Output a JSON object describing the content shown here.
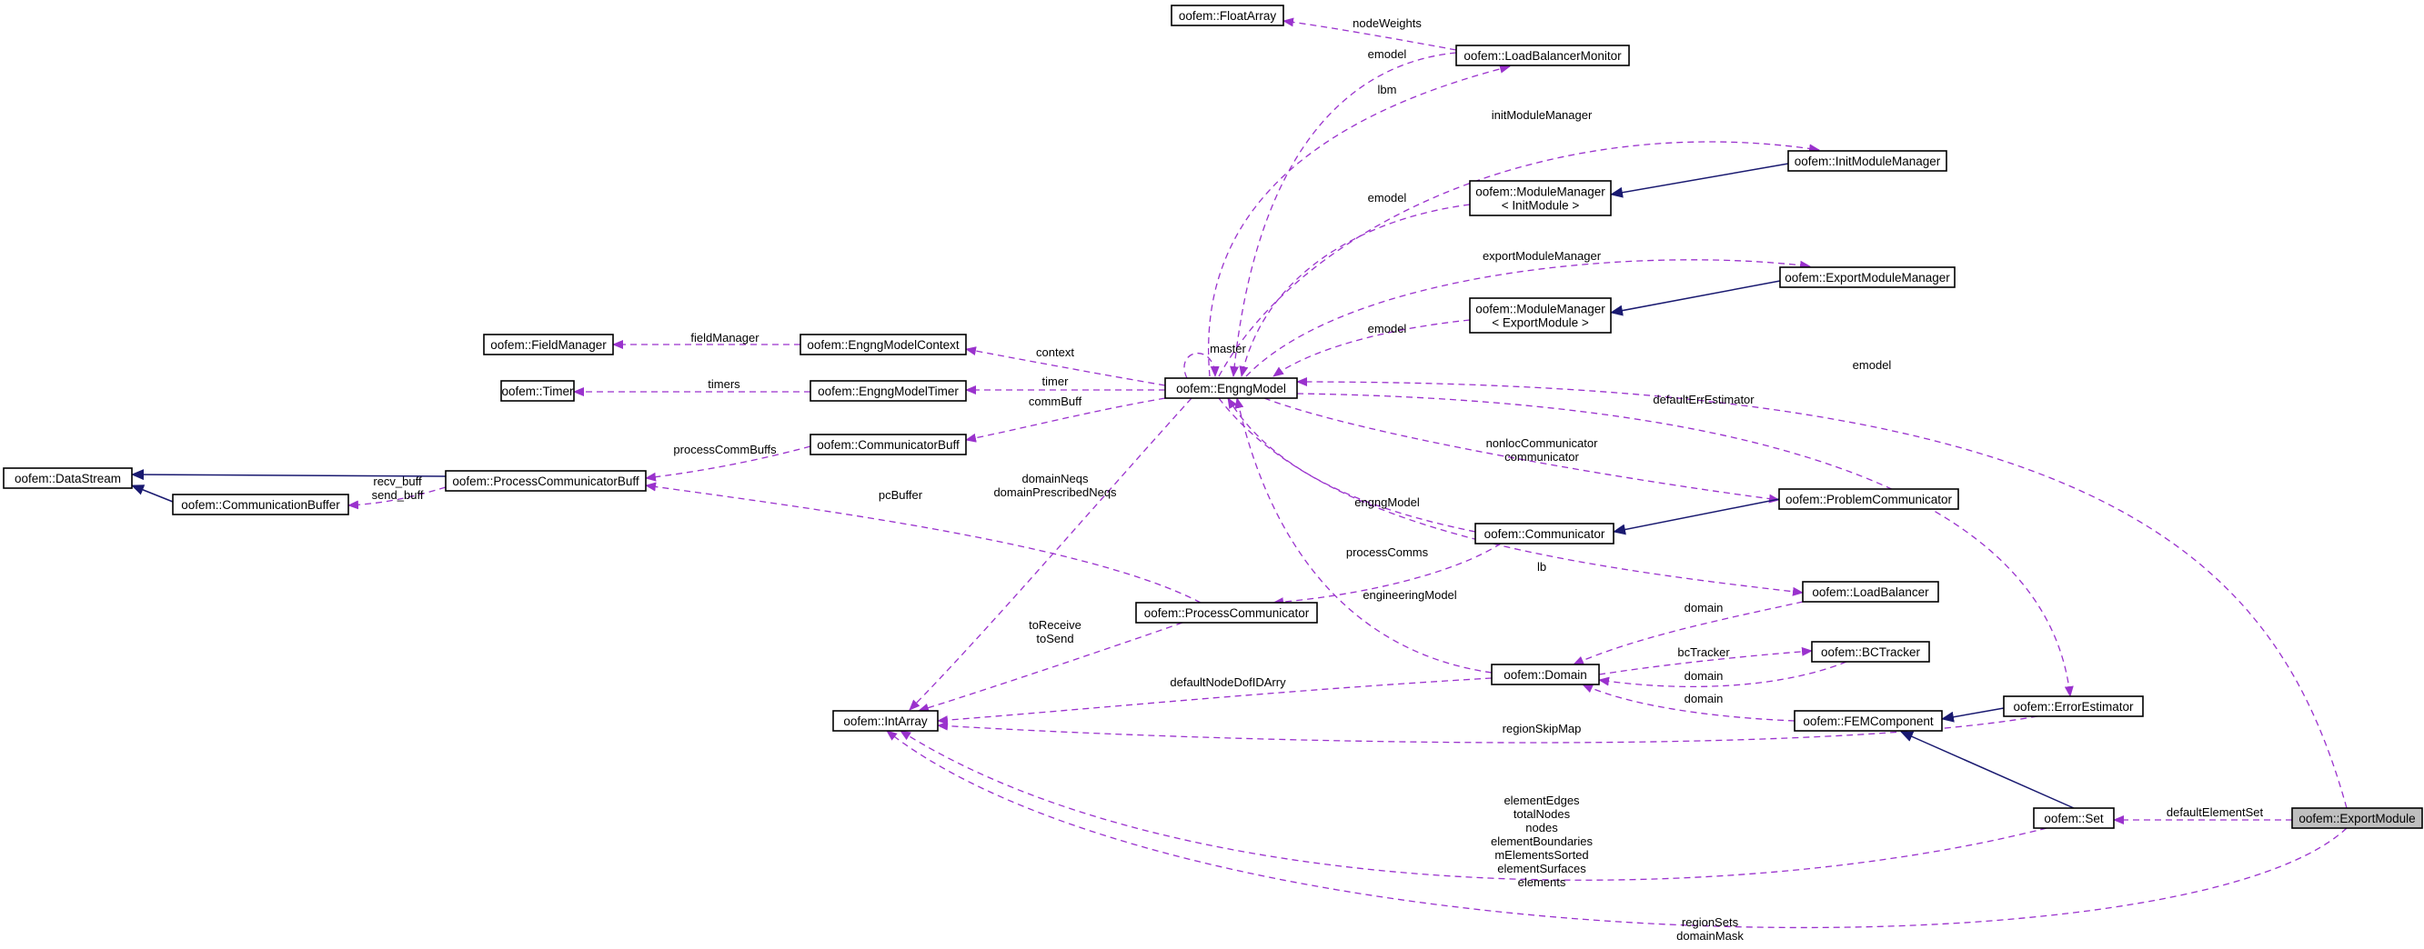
{
  "nodes": {
    "float_array": [
      "oofem::FloatArray"
    ],
    "lb_monitor": [
      "oofem::LoadBalancerMonitor"
    ],
    "init_module_manager": [
      "oofem::InitModuleManager"
    ],
    "module_manager_init": [
      "oofem::ModuleManager",
      "< InitModule >"
    ],
    "export_module_manager": [
      "oofem::ExportModuleManager"
    ],
    "module_manager_export": [
      "oofem::ModuleManager",
      "< ExportModule >"
    ],
    "field_manager": [
      "oofem::FieldManager"
    ],
    "engng_model_context": [
      "oofem::EngngModelContext"
    ],
    "engng_model": [
      "oofem::EngngModel"
    ],
    "timer": [
      "oofem::Timer"
    ],
    "engng_model_timer": [
      "oofem::EngngModelTimer"
    ],
    "comm_buff": [
      "oofem::CommunicatorBuff"
    ],
    "data_stream": [
      "oofem::DataStream"
    ],
    "process_comm_buff": [
      "oofem::ProcessCommunicatorBuff"
    ],
    "communication_buffer": [
      "oofem::CommunicationBuffer"
    ],
    "problem_communicator": [
      "oofem::ProblemCommunicator"
    ],
    "communicator": [
      "oofem::Communicator"
    ],
    "process_communicator": [
      "oofem::ProcessCommunicator"
    ],
    "load_balancer": [
      "oofem::LoadBalancer"
    ],
    "bc_tracker": [
      "oofem::BCTracker"
    ],
    "domain": [
      "oofem::Domain"
    ],
    "int_array": [
      "oofem::IntArray"
    ],
    "fem_component": [
      "oofem::FEMComponent"
    ],
    "error_estimator": [
      "oofem::ErrorEstimator"
    ],
    "set": [
      "oofem::Set"
    ],
    "export_module": [
      "oofem::ExportModule"
    ]
  },
  "edge_labels": {
    "node_weights": [
      "nodeWeights"
    ],
    "emodel_lbm": [
      "emodel"
    ],
    "lbm": [
      "lbm"
    ],
    "init_module_manager": [
      "initModuleManager"
    ],
    "emodel_mmi": [
      "emodel"
    ],
    "export_module_manager": [
      "exportModuleManager"
    ],
    "emodel_mme": [
      "emodel"
    ],
    "master": [
      "master"
    ],
    "field_manager": [
      "fieldManager"
    ],
    "context": [
      "context"
    ],
    "timers": [
      "timers"
    ],
    "timer": [
      "timer"
    ],
    "comm_buff": [
      "commBuff"
    ],
    "emodel_export": [
      "emodel"
    ],
    "default_err_estimator": [
      "defaultErrEstimator"
    ],
    "process_comm_buffs": [
      "processCommBuffs"
    ],
    "recv_send_buff": [
      "recv_buff",
      "send_buff"
    ],
    "domain_neqs": [
      "domainNeqs",
      "domainPrescribedNeqs"
    ],
    "pc_buffer": [
      "pcBuffer"
    ],
    "nonloc_communicator": [
      "nonlocCommunicator",
      "communicator"
    ],
    "engng_model_comm": [
      "engngModel"
    ],
    "process_comms": [
      "processComms"
    ],
    "lb": [
      "lb"
    ],
    "engineering_model": [
      "engineeringModel"
    ],
    "domain_lb": [
      "domain"
    ],
    "to_receive_send": [
      "toReceive",
      "toSend"
    ],
    "bc_tracker": [
      "bcTracker"
    ],
    "domain_bct": [
      "domain"
    ],
    "default_node_dof": [
      "defaultNodeDofIDArry"
    ],
    "domain_fem": [
      "domain"
    ],
    "region_skip_map": [
      "regionSkipMap"
    ],
    "set_members": [
      "elementEdges",
      "totalNodes",
      "nodes",
      "elementBoundaries",
      "mElementsSorted",
      "elementSurfaces",
      "elements"
    ],
    "default_element_set": [
      "defaultElementSet"
    ],
    "region_sets": [
      "regionSets",
      "domainMask"
    ]
  },
  "colors": {
    "usage_edge": "#9a32cd",
    "inheritance_edge": "#191970",
    "highlight_node": "#bfbfbf"
  }
}
